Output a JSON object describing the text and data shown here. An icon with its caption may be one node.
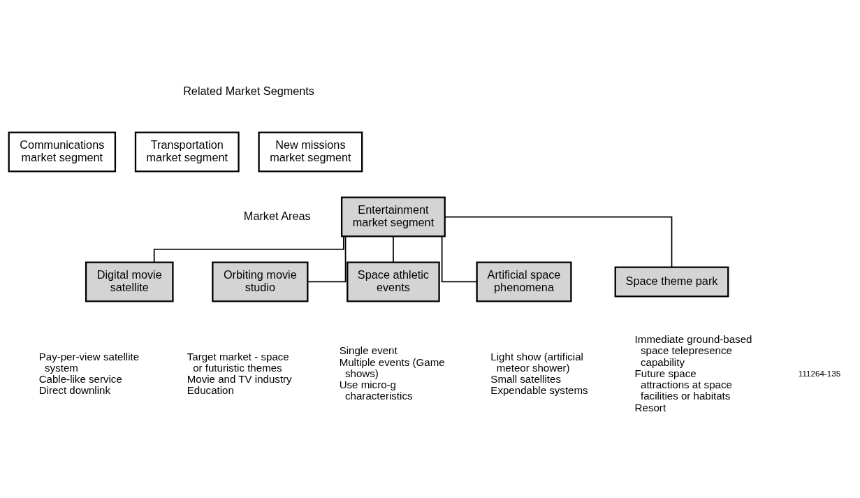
{
  "diagram": {
    "nodes": [
      {
        "text": [
          "Communications market segment"
        ]
      },
      {
        "text": [
          "Transportation market segment"
        ]
      },
      {
        "text": [
          "New missions market segment"
        ]
      },
      {
        "text": [
          "Entertainment market segment"
        ]
      },
      {
        "text": [
          "Digital movie satellite"
        ],
        "beside": [
          "Pay-per-view satellite system",
          "Cable-like service",
          "Direct downlink"
        ]
      },
      {
        "text": [
          "Orbiting movie studio"
        ],
        "beside": [
          "Target market - space or futuristic themes",
          "Movie and TV industry",
          "Education"
        ]
      },
      {
        "text": [
          "Space athletic events"
        ],
        "beside": [
          "Single event",
          "Multiple events (Game shows)",
          "Use micro-g characteristics"
        ]
      },
      {
        "text": [
          "Artificial space phenomena"
        ],
        "beside": [
          "Light show (artificial meteor shower)",
          "Small satellites",
          "Expendable systems"
        ]
      },
      {
        "text": [
          "Space theme park"
        ],
        "beside": [
          "Immediate ground-based space telepresence capability",
          "Future space attractions at space facilities or habitats",
          "Resort"
        ]
      }
    ],
    "edges": [
      {
        "from": 3,
        "to": 4,
        "arrow": "none"
      },
      {
        "from": 3,
        "to": 5,
        "arrow": "none"
      },
      {
        "from": 3,
        "to": 6,
        "arrow": "none"
      },
      {
        "from": 3,
        "to": 7,
        "arrow": "none"
      },
      {
        "from": 3,
        "to": 8,
        "arrow": "none"
      }
    ],
    "labels": [
      "Related Market Segments",
      "Market Areas",
      "111264-135"
    ]
  }
}
